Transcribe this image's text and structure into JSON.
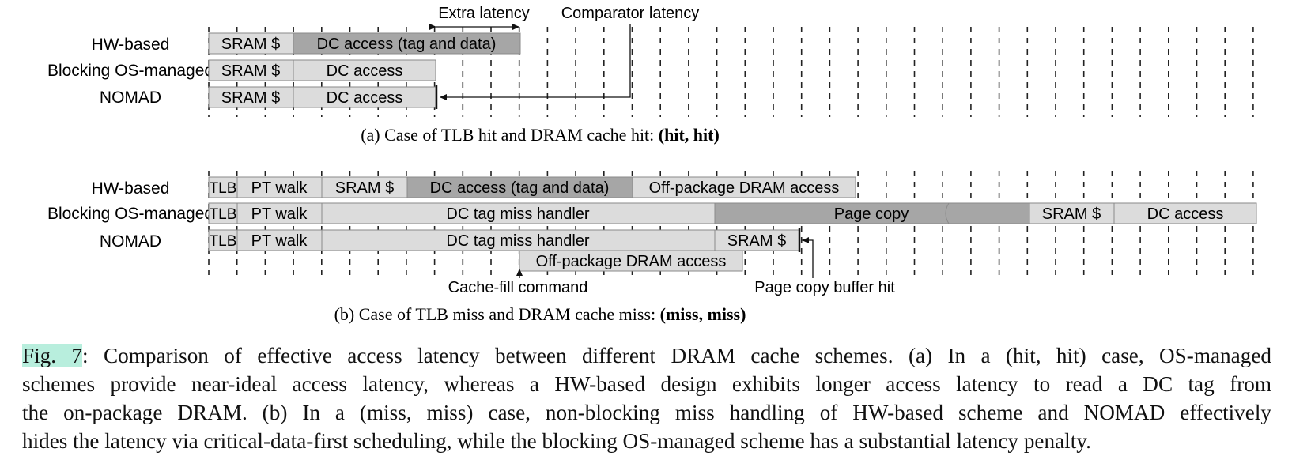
{
  "panel_a": {
    "rows": {
      "hw": "HW-based",
      "blocking": "Blocking OS-managed",
      "nomad": "NOMAD"
    },
    "hw_bars": [
      "SRAM $",
      "DC access (tag and data)"
    ],
    "blocking_bars": [
      "SRAM $",
      "DC access"
    ],
    "nomad_bars": [
      "SRAM $",
      "DC access"
    ],
    "annotations": {
      "extra_latency": "Extra latency",
      "comparator_latency": "Comparator latency"
    },
    "subcaption_prefix": "(a) Case of TLB hit and DRAM cache hit: ",
    "subcaption_bold": "(hit, hit)"
  },
  "panel_b": {
    "rows": {
      "hw": "HW-based",
      "blocking": "Blocking OS-managed",
      "nomad": "NOMAD"
    },
    "hw_bars": [
      "TLB",
      "PT walk",
      "SRAM $",
      "DC access (tag and data)",
      "Off-package DRAM access"
    ],
    "blocking_bars": [
      "TLB",
      "PT walk",
      "DC tag miss handler",
      "Page copy",
      "SRAM $",
      "DC access"
    ],
    "nomad_bars": [
      "TLB",
      "PT walk",
      "DC tag miss handler",
      "SRAM $"
    ],
    "nomad_extra_bar": "Off-package DRAM access",
    "annotations": {
      "cache_fill": "Cache-fill command",
      "page_copy_hit": "Page copy buffer hit"
    },
    "subcaption_prefix": "(b) Case of TLB miss and DRAM cache miss: ",
    "subcaption_bold": "(miss, miss)"
  },
  "caption": {
    "fig_ref": "Fig. 7",
    "lines": [
      ": Comparison of effective access latency between different DRAM cache schemes. (a) In a (hit, hit) case, OS-managed",
      "schemes provide near-ideal access latency, whereas a HW-based design exhibits longer access latency to read a DC tag from",
      "the on-package DRAM. (b) In a (miss, miss) case, non-blocking miss handling of HW-based scheme and NOMAD effectively",
      "hides the latency via critical-data-first scheduling, while the blocking OS-managed scheme has a substantial latency penalty."
    ]
  },
  "colors": {
    "light_bar": "#dcdcdc",
    "dark_bar": "#a6a6a6",
    "caption_highlight": "#b8eedd"
  }
}
